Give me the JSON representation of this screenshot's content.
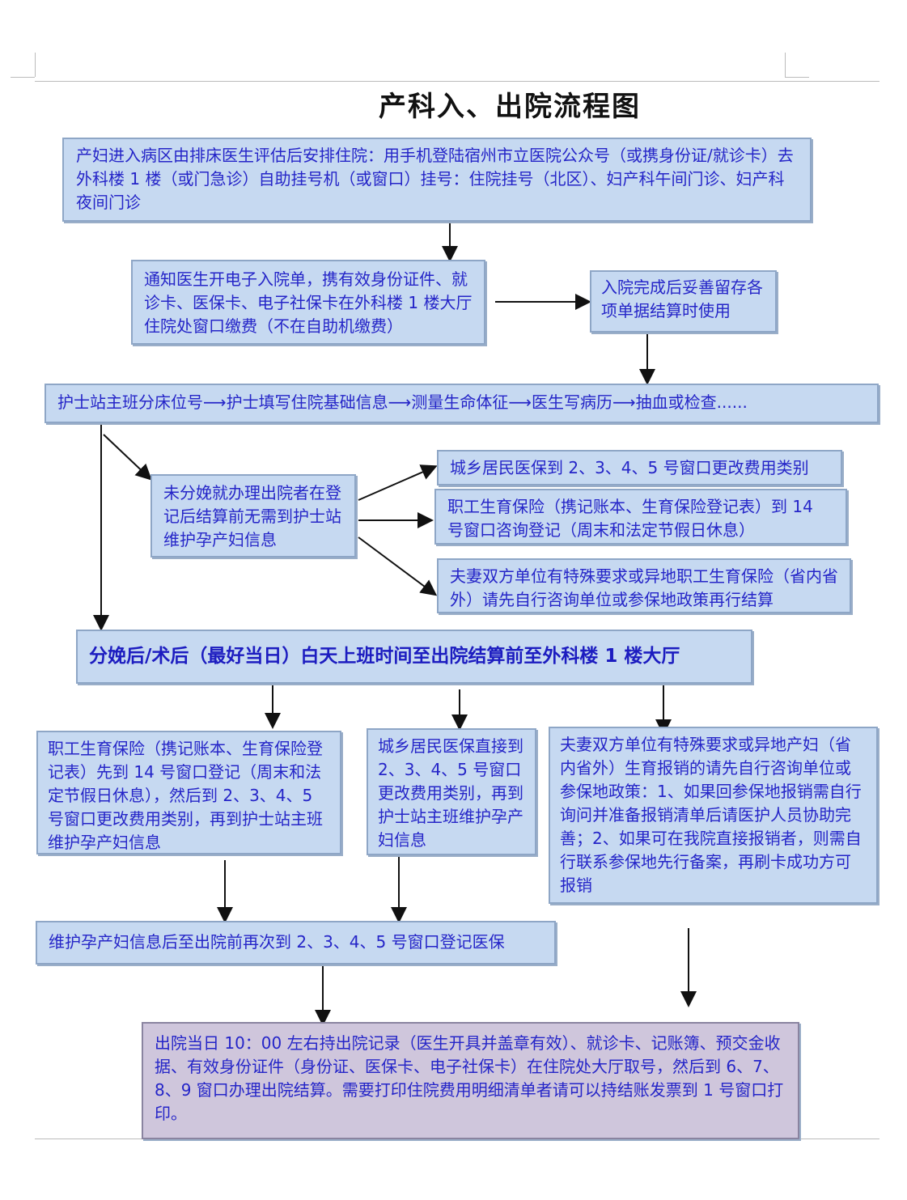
{
  "title": "产科入、出院流程图",
  "steps": {
    "admission": "产妇进入病区由排床医生评估后安排住院：用手机登陆宿州市立医院公众号（或携身份证/就诊卡）去外科楼 1 楼（或门急诊）自助挂号机（或窗口）挂号：住院挂号（北区）、妇产科午间门诊、妇产科夜间门诊",
    "payment": "通知医生开电子入院单，携有效身份证件、就诊卡、医保卡、电子社保卡在外科楼 1 楼大厅住院处窗口缴费（不在自助机缴费）",
    "keep_receipts": "入院完成后妥善留存各项单据结算时使用",
    "nurse_station": "护士站主班分床位号⟶护士填写住院基础信息⟶测量生命体征⟶医生写病历⟶抽血或检查......",
    "before_delivery": "未分娩就办理出院者在登记后结算前无需到护士站维护孕产妇信息",
    "rural_insurance_pre": "城乡居民医保到 2、3、4、5 号窗口更改费用类别",
    "employee_maternity_pre": "职工生育保险（携记账本、生育保险登记表）到 14 号窗口咨询登记（周末和法定节假日休息）",
    "special_pre": "夫妻双方单位有特殊要求或异地职工生育保险（省内省外）请先自行咨询单位或参保地政策再行结算",
    "after_delivery": "分娩后/术后（最好当日）白天上班时间至出院结算前至外科楼 1 楼大厅",
    "employee_maternity_post": "职工生育保险（携记账本、生育保险登记表）先到 14 号窗口登记（周末和法定节假日休息），然后到 2、3、4、5 号窗口更改费用类别，再到护士站主班维护孕产妇信息",
    "rural_insurance_post": "城乡居民医保直接到 2、3、4、5 号窗口更改费用类别，再到护士站主班维护孕产妇信息",
    "special_post": "夫妻双方单位有特殊要求或异地产妇（省内省外）生育报销的请先自行咨询单位或参保地政策：1、如果回参保地报销需自行询问并准备报销清单后请医护人员协助完善；2、如果可在我院直接报销者，则需自行联系参保地先行备案，再刷卡成功方可报销",
    "register_insurance": "维护孕产妇信息后至出院前再次到 2、3、4、5 号窗口登记医保",
    "discharge": "出院当日 10：00 左右持出院记录（医生开具并盖章有效）、就诊卡、记账簿、预交金收据、有效身份证件（身份证、医保卡、电子社保卡）在住院处大厅取号，然后到 6、7、8、9 窗口办理出院结算。需要打印住院费用明细清单者请可以持结账发票到 1 号窗口打印。"
  },
  "colors": {
    "box_fill": "#c6d9f1",
    "final_fill": "#cfc6dc",
    "text": "#2525c8"
  }
}
